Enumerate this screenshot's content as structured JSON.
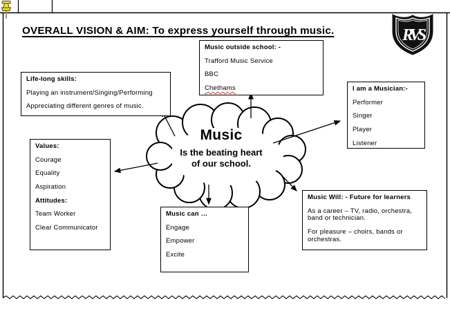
{
  "header": {
    "title": "OVERALL VISION & AIM: To express yourself through music.",
    "logo_monogram": "RVS"
  },
  "cloud": {
    "title": "Music",
    "subtitle": "Is the beating heart of our school."
  },
  "boxes": {
    "life_long_skills": {
      "header": "Life-long skills:",
      "items": [
        "Playing an instrument/Singing/Performing",
        "Appreciating different genres of music."
      ]
    },
    "music_outside_school": {
      "header": "Music outside school: -",
      "items": [
        "Trafford Music Service",
        "BBC",
        "Chethams"
      ]
    },
    "i_am_a_musician": {
      "header": "I am a Musician:-",
      "items": [
        "Performer",
        "Singer",
        "Player",
        "Listener"
      ]
    },
    "values_attitudes": {
      "header_values": "Values:",
      "values": [
        "Courage",
        "Equality",
        "Aspiration"
      ],
      "header_attitudes": "Attitudes:",
      "attitudes": [
        "Team Worker",
        "Clear Communicator"
      ]
    },
    "music_can": {
      "header": "Music can …",
      "items": [
        "Engage",
        "Empower",
        "Excite"
      ]
    },
    "music_will": {
      "header": "Music Will: - Future for learners",
      "items": [
        "As a career – TV, radio, orchestra, band or technician.",
        "For pleasure – choirs, bands or orchestras."
      ]
    }
  },
  "colors": {
    "ink": "#000000",
    "spellcheck_red": "#e03020",
    "pushpin_yellow": "#f2e63d",
    "crest_black": "#111111"
  }
}
